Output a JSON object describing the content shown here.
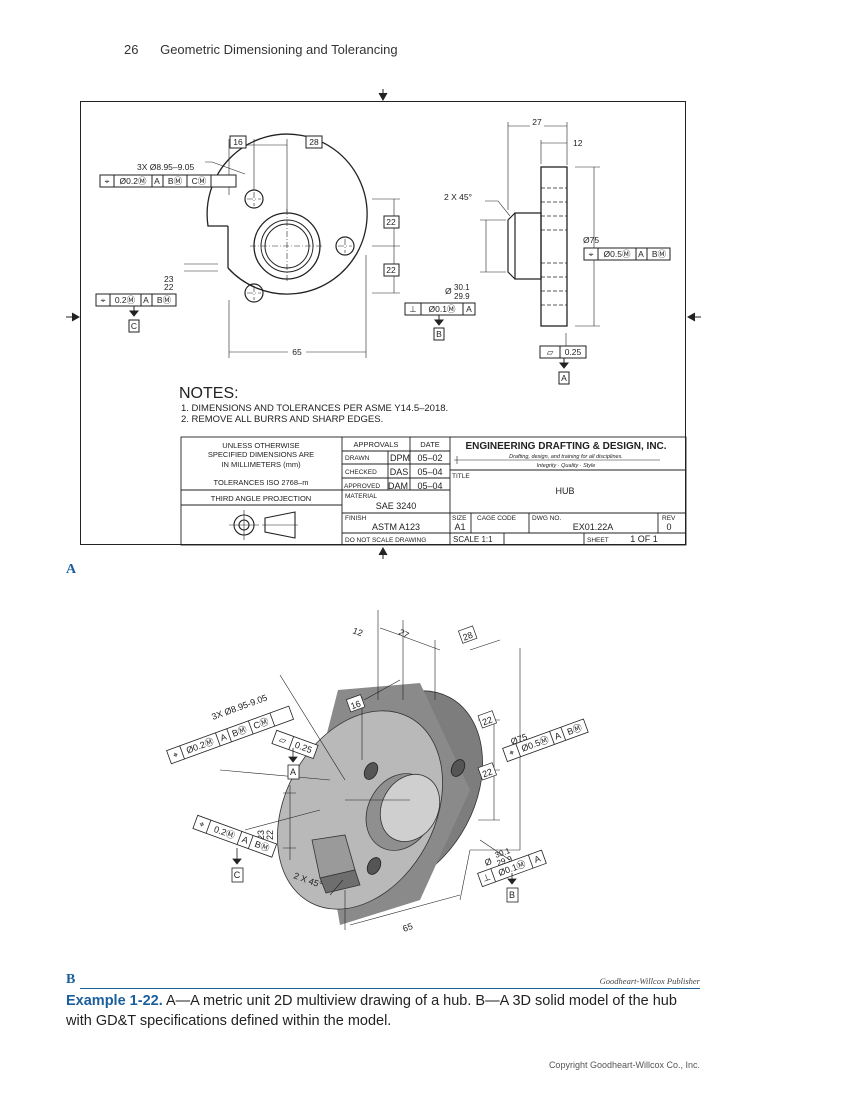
{
  "header": {
    "page_number": "26",
    "chapter_title": "Geometric Dimensioning and Tolerancing"
  },
  "view_a": {
    "label": "A",
    "front": {
      "dim_16": "16",
      "dim_28": "28",
      "dim_65": "65",
      "dim_22_top": "22",
      "dim_22_bottom": "22",
      "hole_callout": "3X Ø8.95–9.05",
      "hole_fcf": [
        "⌖",
        "Ø0.2Ⓜ",
        "A",
        "BⓂ",
        "CⓂ"
      ],
      "slot_upper": "23",
      "slot_lower": "22",
      "slot_fcf": [
        "⌖",
        "0.2Ⓜ",
        "A",
        "BⓂ"
      ],
      "datum_c": "C"
    },
    "side": {
      "dim_27": "27",
      "dim_12": "12",
      "chamfer": "2 X 45°",
      "dia_75": "Ø75",
      "dia_75_fcf": [
        "⌖",
        "Ø0.5Ⓜ",
        "A",
        "BⓂ"
      ],
      "bore_upper": "30.1",
      "bore_lower": "29.9",
      "bore_dia": "Ø",
      "bore_fcf": [
        "⊥",
        "Ø0.1Ⓜ",
        "A"
      ],
      "datum_b": "B",
      "flatness_fcf": [
        "▱",
        "0.25"
      ],
      "datum_a": "A"
    },
    "notes": {
      "title": "NOTES:",
      "items": [
        "1.  DIMENSIONS AND TOLERANCES PER ASME Y14.5–2018.",
        "2.  REMOVE ALL BURRS AND SHARP EDGES."
      ]
    },
    "title_block": {
      "unless_1": "UNLESS OTHERWISE",
      "unless_2": "SPECIFIED DIMENSIONS ARE",
      "unless_3": "IN MILLIMETERS (mm)",
      "tolerances": "TOLERANCES   ISO 2768–m",
      "projection": "THIRD ANGLE PROJECTION",
      "approvals": "APPROVALS",
      "date": "DATE",
      "drawn": "DRAWN",
      "drawn_by": "DPM",
      "drawn_date": "05–02",
      "checked": "CHECKED",
      "checked_by": "DAS",
      "checked_date": "05–04",
      "approved": "APPROVED",
      "approved_by": "DAM",
      "approved_date": "05–04",
      "company": "ENGINEERING DRAFTING & DESIGN, INC.",
      "tagline": "Drafting, design, and training for all disciplines.",
      "slogan": "Integrity · Quality · Style",
      "title_label": "TITLE",
      "title_value": "HUB",
      "material_label": "MATERIAL",
      "material_value": "SAE 3240",
      "finish_label": "FINISH",
      "finish_value": "ASTM A123",
      "size_label": "SIZE",
      "size_value": "A1",
      "cage_label": "CAGE CODE",
      "dwg_label": "DWG NO.",
      "dwg_value": "EX01.22A",
      "rev_label": "REV",
      "rev_value": "0",
      "do_not_scale": "DO NOT SCALE DRAWING",
      "scale": "SCALE 1:1",
      "sheet_label": "SHEET",
      "sheet_value": "1 OF 1"
    }
  },
  "view_b": {
    "label": "B",
    "dim_12": "12",
    "dim_27": "27",
    "dim_28": "28",
    "dim_16": "16",
    "hole_callout": "3X Ø8.95-9.05",
    "hole_fcf": [
      "⌖",
      "Ø0.2Ⓜ",
      "A",
      "BⓂ",
      "CⓂ"
    ],
    "flatness_fcf": [
      "▱",
      "0.25"
    ],
    "datum_a": "A",
    "slot_fcf": [
      "⌖",
      "0.2Ⓜ",
      "A",
      "BⓂ"
    ],
    "datum_c": "C",
    "slot_upper": "23",
    "slot_lower": "22",
    "chamfer": "2 X 45°",
    "dim_22_top": "22",
    "dim_22_bottom": "22",
    "dim_65": "65",
    "dia_75": "Ø75",
    "dia_75_fcf": [
      "⌖",
      "Ø0.5Ⓜ",
      "A",
      "BⓂ"
    ],
    "bore_upper": "30.1",
    "bore_lower": "29.9",
    "bore_dia": "Ø",
    "bore_fcf": [
      "⊥",
      "Ø0.1Ⓜ",
      "A"
    ],
    "datum_b": "B"
  },
  "publisher": "Goodheart-Willcox Publisher",
  "caption": {
    "label": "Example 1-22.",
    "text": " A—A metric unit 2D multiview drawing of a hub. B—A 3D solid model of the hub with GD&T specifications defined within the model."
  },
  "copyright": "Copyright Goodheart-Willcox Co., Inc.",
  "colors": {
    "accent": "#1b5e9c",
    "model_gray": "#a8a8a8"
  }
}
